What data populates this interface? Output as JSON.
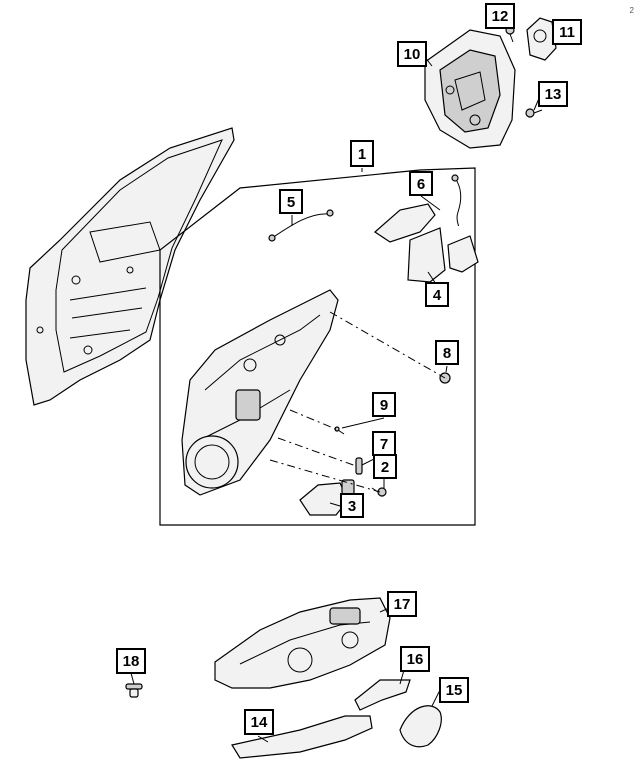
{
  "page": {
    "corner_mark": "2"
  },
  "callouts": {
    "c1": "1",
    "c2": "2",
    "c3": "3",
    "c4": "4",
    "c5": "5",
    "c6": "6",
    "c7": "7",
    "c8": "8",
    "c9": "9",
    "c10": "10",
    "c11": "11",
    "c12": "12",
    "c13": "13",
    "c14": "14",
    "c15": "15",
    "c16": "16",
    "c17": "17",
    "c18": "18"
  },
  "colors": {
    "line": "#000000",
    "part_fill": "#f2f2f2",
    "part_shade": "#cfcfcf",
    "background": "#ffffff"
  }
}
